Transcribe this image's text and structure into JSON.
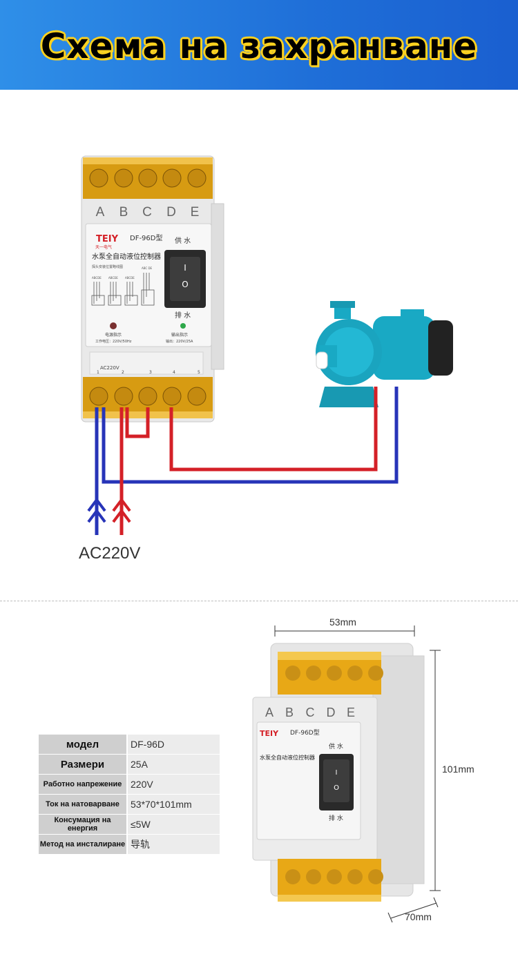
{
  "banner": {
    "title": "Схема на захранване",
    "color_start": "#2f8fe8",
    "color_end": "#1a5fd0",
    "title_outline_color": "#ffd21f"
  },
  "controller": {
    "brand": "TEIY",
    "brand_sub": "天一电气",
    "model_label": "DF-96D型",
    "device_name": "水泵全自动液位控制器",
    "probe_note": "探头安装位置略线图",
    "supply_label": "供 水",
    "drain_label": "排 水",
    "power_indicator": "电源指示",
    "output_indicator": "输出指示",
    "work_voltage": "工作电压：220V/50Hz",
    "output_rating": "输出：220V/25A",
    "switch_on": "I",
    "switch_off": "O",
    "top_terminals": [
      "A",
      "B",
      "C",
      "D",
      "E"
    ],
    "bottom_terminal_labels": [
      "1",
      "2",
      "3",
      "4",
      "5"
    ],
    "ac_label": "AC220V",
    "probe_diagrams": [
      "ABCDE",
      "ABCDE",
      "ABCDE",
      "ABC DE"
    ]
  },
  "wiring": {
    "supply_label": "AC220V",
    "live_color": "#d42027",
    "neutral_color": "#2734b8"
  },
  "pump": {
    "body_color": "#19a9c4",
    "motor_color": "#222222"
  },
  "specs": [
    {
      "key": "модел",
      "value": "DF-96D"
    },
    {
      "key": "Размери",
      "value": "25A"
    },
    {
      "key": "Работно напрежение",
      "value": "220V"
    },
    {
      "key": "Ток на натоварване",
      "value": "53*70*101mm"
    },
    {
      "key": "Консумация на енергия",
      "value": "≤5W"
    },
    {
      "key": "Метод на инсталиране",
      "value": "导轨"
    }
  ],
  "dimensions": {
    "width": "53mm",
    "height": "101mm",
    "depth": "70mm"
  }
}
